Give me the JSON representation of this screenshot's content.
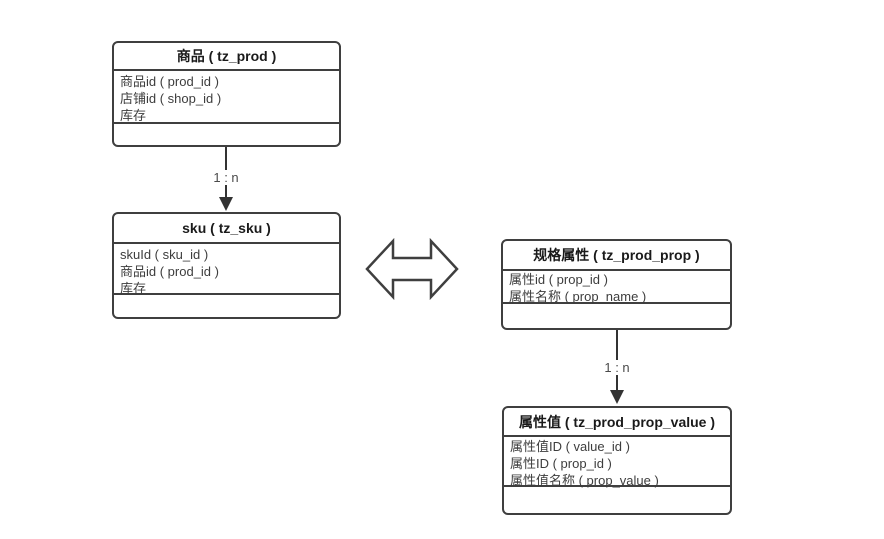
{
  "diagram": {
    "entities": [
      {
        "id": "prod",
        "title": "商品 ( tz_prod )",
        "fields": [
          "商品id ( prod_id )",
          "店铺id ( shop_id )",
          "库存"
        ]
      },
      {
        "id": "sku",
        "title": "sku ( tz_sku )",
        "fields": [
          "skuId ( sku_id )",
          "商品id ( prod_id )",
          "库存"
        ]
      },
      {
        "id": "prod-prop",
        "title": "规格属性 ( tz_prod_prop )",
        "fields": [
          "属性id ( prop_id )",
          "属性名称 ( prop_name )"
        ]
      },
      {
        "id": "prod-prop-value",
        "title": "属性值 ( tz_prod_prop_value )",
        "fields": [
          "属性值ID ( value_id )",
          "属性ID ( prop_id )",
          "属性值名称 ( prop_value )"
        ]
      }
    ],
    "connectors": [
      {
        "from": "prod",
        "to": "sku",
        "label": "1 : n"
      },
      {
        "from": "prod-prop",
        "to": "prod-prop-value",
        "label": "1 : n"
      }
    ],
    "colors": {
      "border": "#3f3f3f",
      "line": "#333333",
      "title_text": "#1a1a1a",
      "field_text": "#3d3d3d",
      "label_text": "#4a4a4a",
      "background": "#ffffff"
    }
  }
}
